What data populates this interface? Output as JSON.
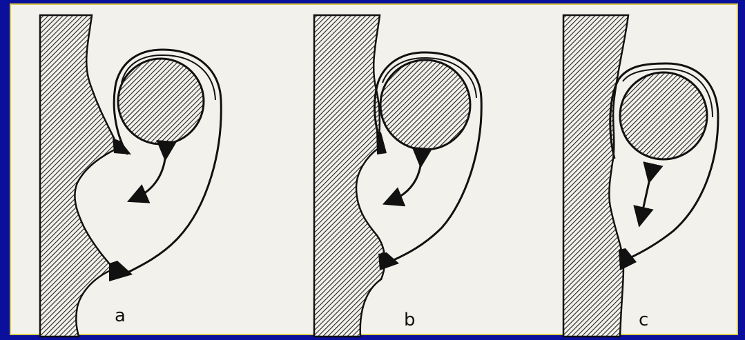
{
  "figure": {
    "panels": [
      {
        "label": "a"
      },
      {
        "label": "b"
      },
      {
        "label": "c"
      }
    ]
  },
  "colors": {
    "background": "#0a0f9c",
    "paper": "#f3f1eb",
    "frame_border": "#d9c94a",
    "ink": "#111111"
  },
  "icons": [
    "double-headed-arrow-icon",
    "hatched-wall-icon",
    "hatched-ball-icon"
  ]
}
